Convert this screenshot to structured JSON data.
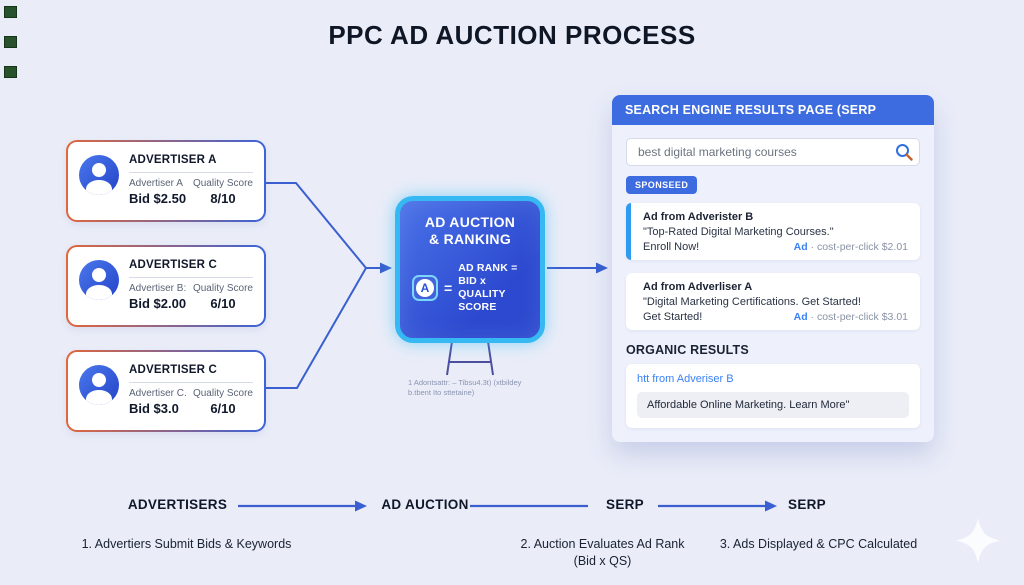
{
  "title": "PPC AD AUCTION PROCESS",
  "advertisers": [
    {
      "title": "ADVERTISER A",
      "name": "Advertiser A",
      "bid": "Bid $2.50",
      "qs_label": "Quality Score",
      "score": "8/10"
    },
    {
      "title": "ADVERTISER C",
      "name": "Advertiser B:",
      "bid": "Bid $2.00",
      "qs_label": "Quality Score",
      "score": "6/10"
    },
    {
      "title": "ADVERTISER C",
      "name": "Advertiser C.",
      "bid": "Bid $3.0",
      "qs_label": "Quality Score",
      "score": "6/10"
    }
  ],
  "auction": {
    "title_line1": "AD AUCTION",
    "title_line2": "& RANKING",
    "icon_letter": "A",
    "equals": "=",
    "formula_line1": "AD RANK = BID x",
    "formula_line2": "QUALITY SCORE",
    "caption_line1": "1 Adontsattr: – Tibsu4.3t) (xtbildey",
    "caption_line2": "b.tbent Ito sttetaine)"
  },
  "serp": {
    "header": "SEARCH ENGINE RESULTS PAGE (SERP",
    "search_query": "best digital marketing courses",
    "sponsored_badge": "SPONSEED",
    "ads": [
      {
        "title": "Ad from Adverister B",
        "line1": "\"Top-Rated Digital Marketing Courses.\"",
        "cta": "Enroll Now!",
        "ad_label": "Ad",
        "cpc_rest": "· cost-per-click $2.01"
      },
      {
        "title": "Ad from Adverliser A",
        "line1": "\"Digital Marketing Certifications. Get Started!",
        "cta": "Get Started!",
        "ad_label": "Ad",
        "cpc_rest": "· cost-per-click $3.01"
      }
    ],
    "organic_header": "ORGANIC RESULTS",
    "organic": {
      "link": "htt from Adveriser B",
      "snippet": "Affordable Online Marketing. Learn More\""
    }
  },
  "flow": {
    "stages": [
      "ADVERTISERS",
      "AD AUCTION",
      "SERP",
      "SERP"
    ],
    "steps": [
      "1. Advertiers Submit Bids & Keywords",
      "2. Auction Evaluates Ad Rank",
      "(Bid x QS)",
      "3. Ads Displayed & CPC Calculated"
    ]
  },
  "colors": {
    "background": "#eaedf8",
    "primary_blue": "#3d6be0",
    "cyan_glow": "#36b9f2",
    "connector_blue": "#3a5fd0",
    "accent_orange": "#e0663c",
    "ad_accent_bar": "#2e9bf0",
    "link_blue": "#3b82f6",
    "ladder_indigo": "#4c4f9e"
  }
}
